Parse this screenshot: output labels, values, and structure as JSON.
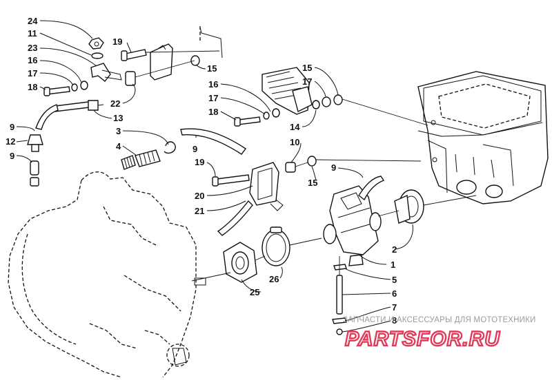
{
  "colors": {
    "line": "#111111",
    "watermark_red": "#e23b5a",
    "watermark_grey": "#9a9a9a"
  },
  "watermark": {
    "caption": "ЗАПЧАСТИ И АКСЕССУАРЫ ДЛЯ МОТОТЕХНИКИ",
    "logo_text": "PARTSFOR.RU"
  },
  "callouts": [
    {
      "id": "c24a",
      "label": "24"
    },
    {
      "id": "c11",
      "label": "11"
    },
    {
      "id": "c23",
      "label": "23"
    },
    {
      "id": "c16a",
      "label": "16"
    },
    {
      "id": "c17a",
      "label": "17"
    },
    {
      "id": "c18a",
      "label": "18"
    },
    {
      "id": "c19a",
      "label": "19"
    },
    {
      "id": "c15a",
      "label": "15"
    },
    {
      "id": "c22",
      "label": "22"
    },
    {
      "id": "c13",
      "label": "13"
    },
    {
      "id": "c9a",
      "label": "9"
    },
    {
      "id": "c12",
      "label": "12"
    },
    {
      "id": "c9b",
      "label": "9"
    },
    {
      "id": "c3",
      "label": "3"
    },
    {
      "id": "c4",
      "label": "4"
    },
    {
      "id": "c16b",
      "label": "16"
    },
    {
      "id": "c17b",
      "label": "17"
    },
    {
      "id": "c18b",
      "label": "18"
    },
    {
      "id": "c15b",
      "label": "15"
    },
    {
      "id": "c17c",
      "label": "17"
    },
    {
      "id": "c14",
      "label": "14"
    },
    {
      "id": "c9c",
      "label": "9"
    },
    {
      "id": "c10",
      "label": "10"
    },
    {
      "id": "c19b",
      "label": "19"
    },
    {
      "id": "c9d",
      "label": "9"
    },
    {
      "id": "c15c",
      "label": "15"
    },
    {
      "id": "c20",
      "label": "20"
    },
    {
      "id": "c21",
      "label": "21"
    },
    {
      "id": "c2",
      "label": "2"
    },
    {
      "id": "c1",
      "label": "1"
    },
    {
      "id": "c26",
      "label": "26"
    },
    {
      "id": "c25",
      "label": "25"
    },
    {
      "id": "c5",
      "label": "5"
    },
    {
      "id": "c6",
      "label": "6"
    },
    {
      "id": "c7",
      "label": "7"
    },
    {
      "id": "c8",
      "label": "8"
    }
  ]
}
